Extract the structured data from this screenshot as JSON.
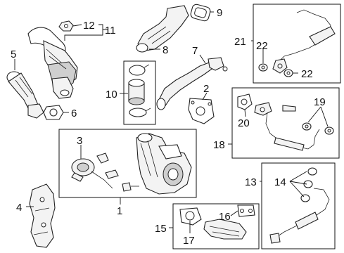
{
  "callouts": {
    "c1": "1",
    "c2": "2",
    "c3": "3",
    "c4": "4",
    "c5": "5",
    "c6": "6",
    "c7": "7",
    "c8": "8",
    "c9": "9",
    "c10": "10",
    "c11": "11",
    "c12": "12",
    "c13": "13",
    "c14": "14",
    "c15": "15",
    "c16": "16",
    "c17": "17",
    "c18": "18",
    "c19": "19",
    "c20": "20",
    "c21": "21",
    "c22a": "22",
    "c22b": "22"
  }
}
